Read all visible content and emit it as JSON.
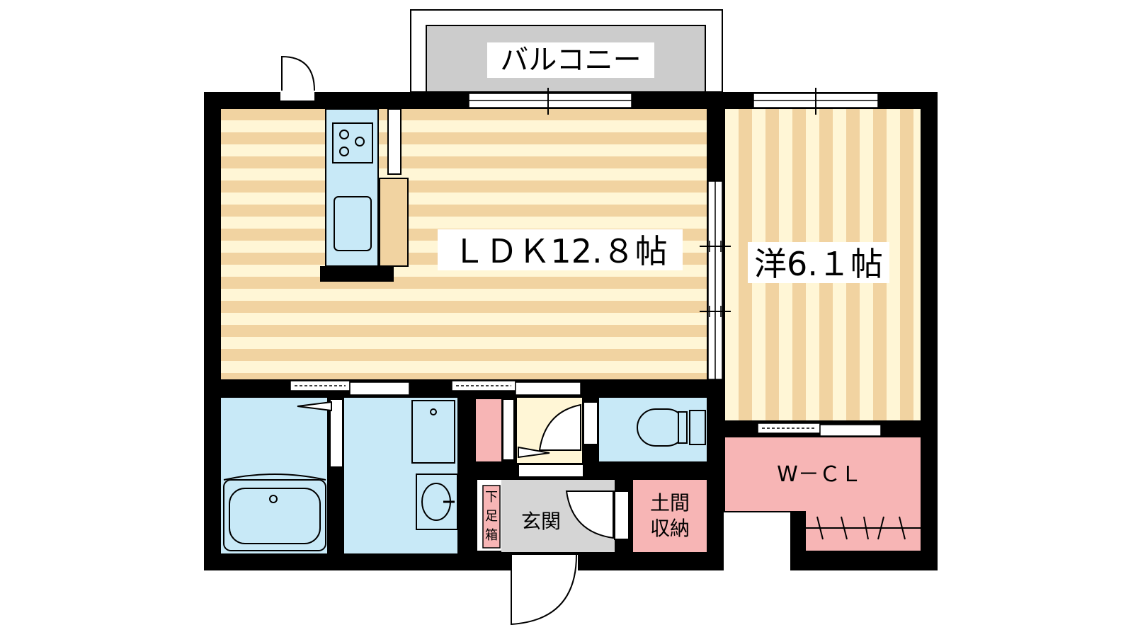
{
  "floor_plan": {
    "rooms": {
      "balcony": "バルコニー",
      "ldk": "ＬＤＫ12.８帖",
      "western": "洋6.１帖",
      "wcl": "W－ＣＬ",
      "genkan": "玄関",
      "doma_line1": "土間",
      "doma_line2": "収納",
      "shoe_box": [
        "下",
        "足",
        "箱"
      ]
    },
    "colors": {
      "wall": "#000000",
      "wood_light": "#fff6d6",
      "wood_dark": "#f1d3a1",
      "water": "#c8e9f7",
      "closet": "#f7b5b5",
      "entry": "#d5d5d5",
      "balcony": "#cccccc",
      "hall": "#fff6d6",
      "counter": "#f1d3a1"
    },
    "icons": [
      "stove-icon",
      "sink-icon",
      "bathtub-icon",
      "washbasin-icon",
      "toilet-icon",
      "door-swing-icon",
      "hanger-rod-icon"
    ]
  }
}
